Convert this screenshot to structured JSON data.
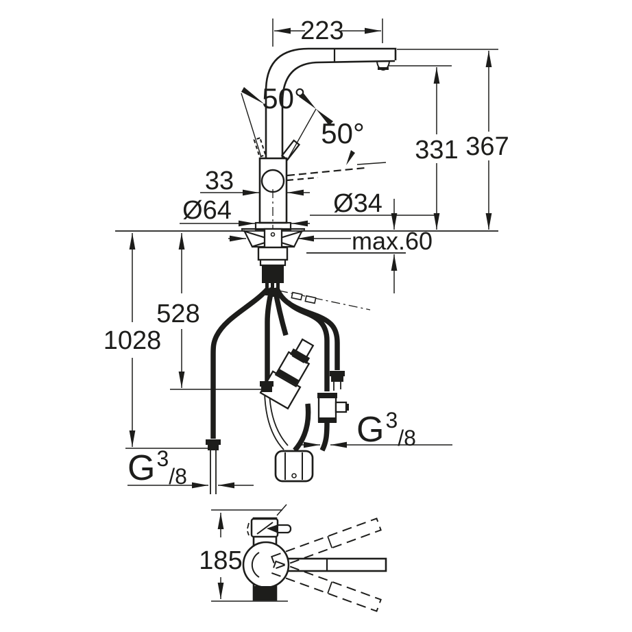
{
  "drawing": {
    "type": "faucet-installation-dimension-drawing",
    "ink_color": "#1d1d1b",
    "background_color": "#ffffff"
  },
  "dimensions": {
    "reach": "223",
    "lever_angle_side": "50°",
    "lever_angle_front": "50°",
    "height_outlet": "331",
    "height_total": "367",
    "body_width": "33",
    "base_diameter": "Ø64",
    "hole_diameter": "Ø34",
    "deck_thickness": "max.60",
    "hose_mid": "528",
    "hose_long": "1028",
    "thread_left": {
      "g": "G",
      "sup": "3",
      "sub": "/8"
    },
    "thread_right": {
      "g": "G",
      "sup": "3",
      "sub": "/8"
    },
    "front_height": "185"
  }
}
